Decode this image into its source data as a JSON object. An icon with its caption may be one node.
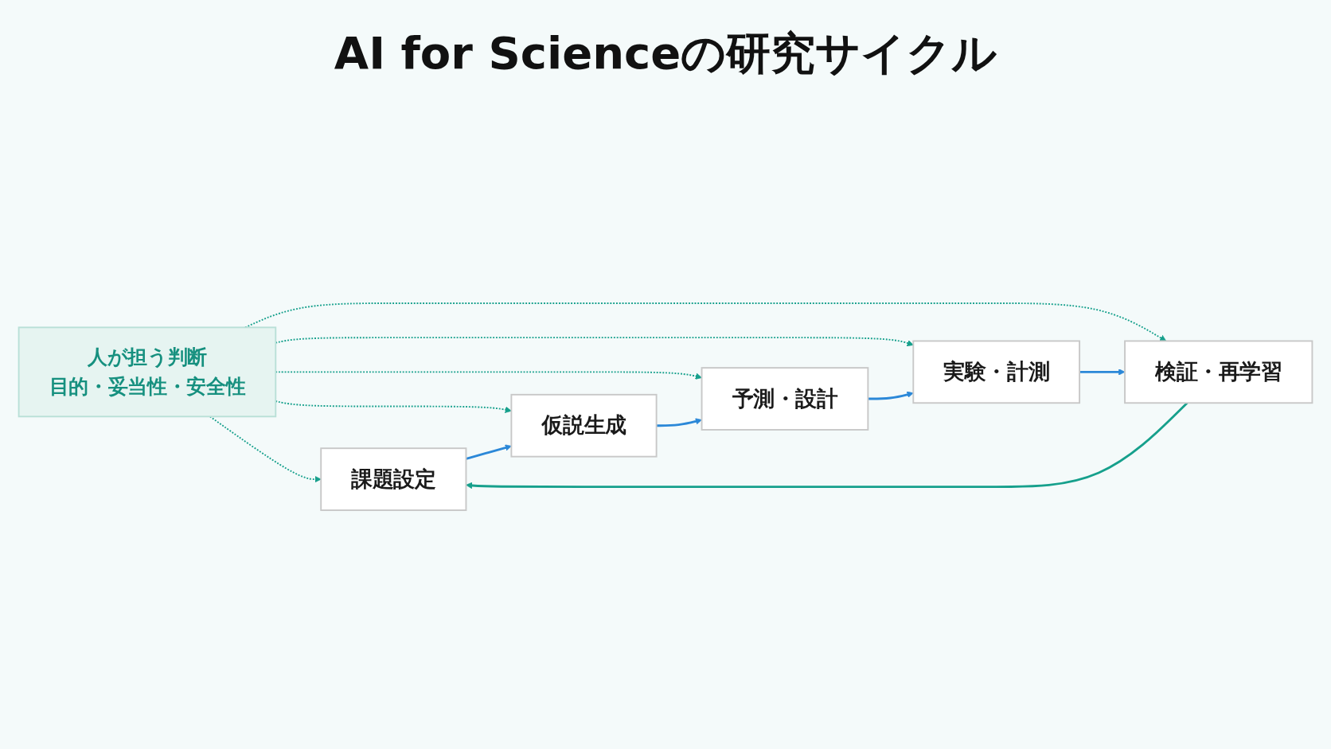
{
  "diagram": {
    "title": "AI for Scienceの研究サイクル",
    "nodes": [
      {
        "text": [
          "人が担う判断",
          "目的・妥当性・安全性"
        ]
      },
      {
        "text": [
          "課題設定"
        ]
      },
      {
        "text": [
          "仮説生成"
        ]
      },
      {
        "text": [
          "予測・設計"
        ]
      },
      {
        "text": [
          "実験・計測"
        ]
      },
      {
        "text": [
          "検証・再学習"
        ]
      }
    ],
    "edges": [
      {
        "from": 0,
        "to": 1,
        "arrow": "to",
        "style": "dashed"
      },
      {
        "from": 0,
        "to": 2,
        "arrow": "to",
        "style": "dashed"
      },
      {
        "from": 0,
        "to": 3,
        "arrow": "to",
        "style": "dashed"
      },
      {
        "from": 0,
        "to": 4,
        "arrow": "to",
        "style": "dashed"
      },
      {
        "from": 0,
        "to": 5,
        "arrow": "to",
        "style": "dashed"
      },
      {
        "from": 1,
        "to": 2,
        "arrow": "to",
        "color": "#2b88d8"
      },
      {
        "from": 2,
        "to": 3,
        "arrow": "to",
        "color": "#2b88d8"
      },
      {
        "from": 3,
        "to": 4,
        "arrow": "to",
        "color": "#2b88d8"
      },
      {
        "from": 4,
        "to": 5,
        "arrow": "to",
        "color": "#2b88d8"
      },
      {
        "from": 5,
        "to": 1,
        "arrow": "to"
      }
    ]
  }
}
